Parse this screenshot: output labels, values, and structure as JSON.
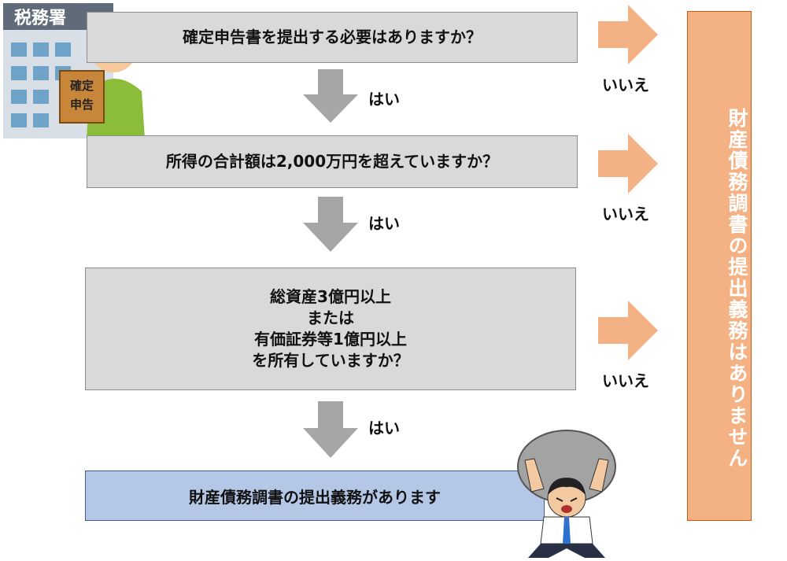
{
  "questions": [
    {
      "text": "確定申告書を提出する必要はありますか？"
    },
    {
      "text": "所得の合計額は2,000万円を超えていますか？"
    },
    {
      "lines": [
        "総資産3億円以上",
        "または",
        "有価証券等1億円以上",
        "を所有していますか？"
      ]
    }
  ],
  "yes_label": "はい",
  "no_label": "いいえ",
  "result_text": "財産債務調書の提出義務があります",
  "side_text": "財産債務調書の提出義務はありません",
  "illustrations": {
    "tax_office_sign": "税務署",
    "document_text": [
      "確定",
      "申告"
    ]
  },
  "colors": {
    "question_fill": "#d9d9d9",
    "result_fill": "#b4c7e7",
    "no_panel_fill": "#f4b183",
    "down_arrow": "#a6a6a6",
    "right_arrow": "#f4b183"
  }
}
